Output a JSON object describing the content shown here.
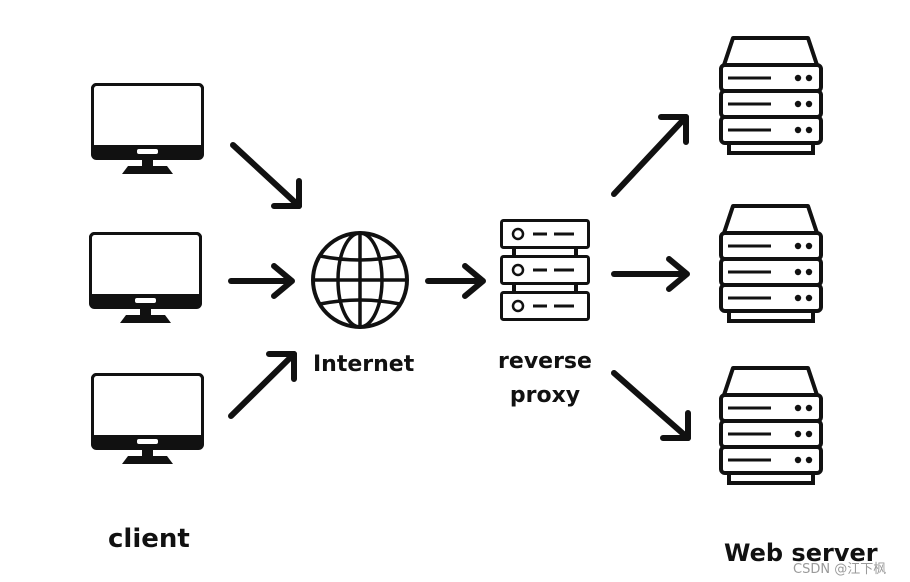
{
  "nodes": {
    "client": {
      "label": "client",
      "icon": "monitor-icon",
      "count": 3
    },
    "internet": {
      "label": "Internet",
      "icon": "globe-icon"
    },
    "reverse_proxy": {
      "label_line1": "reverse",
      "label_line2": "proxy",
      "icon": "server-rack-icon"
    },
    "web_server": {
      "label": "Web server",
      "icon": "server-tower-icon",
      "count": 3
    }
  },
  "watermark": "CSDN @江下枫",
  "colors": {
    "ink": "#111111",
    "background": "#ffffff",
    "watermark": "#9a9a9a"
  }
}
